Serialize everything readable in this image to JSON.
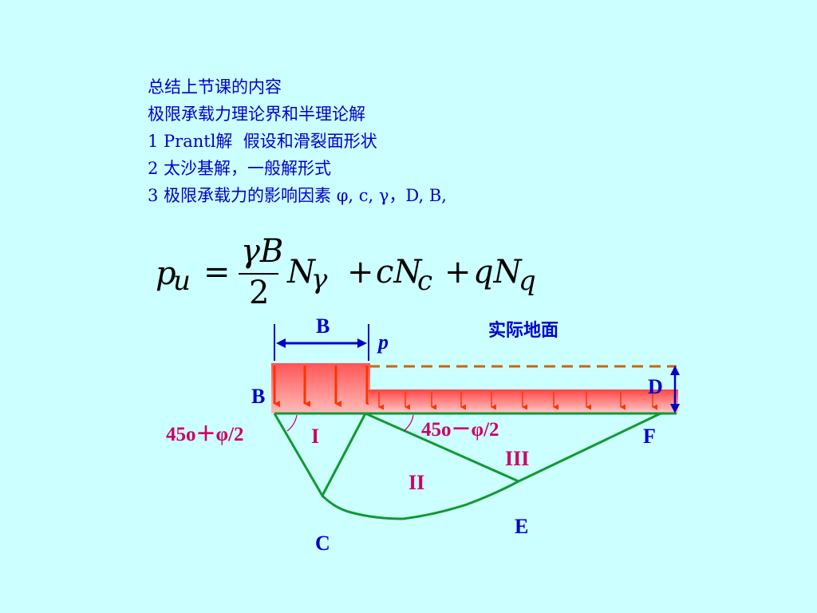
{
  "summary": {
    "line1": "总结上节课的内容",
    "line2": "极限承载力理论界和半理论解",
    "line3": "1 Prantl解  假设和滑裂面形状",
    "line4": "2 太沙基解，一般解形式",
    "line5": "3 极限承载力的影响因素 φ, c, γ，D, B,"
  },
  "formula": {
    "lhs": "p",
    "lhs_sub": "u",
    "eq": "=",
    "num": "γB",
    "den": "2",
    "t1": "N",
    "t1_sub": "γ",
    "plus1": "+",
    "t2": "cN",
    "t2_sub": "c",
    "plus2": "+",
    "t3": "qN",
    "t3_sub": "q"
  },
  "diagram": {
    "label_B_top": "B",
    "label_p": "p",
    "label_ground": "实际地面",
    "label_D": "D",
    "label_B_left": "B",
    "label_angle_left": "45o＋φ/2",
    "label_angle_right": "45o－φ/2",
    "label_I": "I",
    "label_II": "II",
    "label_III": "III",
    "label_C": "C",
    "label_E": "E",
    "label_F": "F",
    "colors": {
      "load_fill": "#ff6666",
      "arrow": "#ff3300",
      "surcharge": "#ff5555",
      "failure_line": "#119933",
      "dim_line": "#0000cc",
      "ground_dash": "#cc6600"
    }
  }
}
